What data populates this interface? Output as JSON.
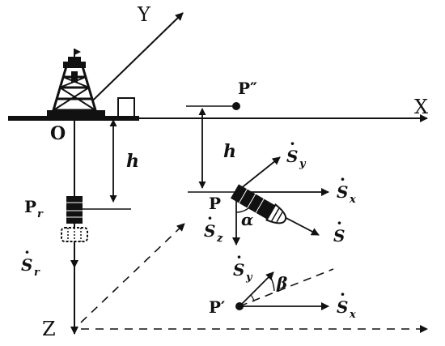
{
  "labels": {
    "axis_x": "X",
    "axis_y": "Y",
    "axis_z": "Z",
    "origin": "O",
    "h_left": "h",
    "h_right": "h",
    "p_double": "P″",
    "p": "P",
    "p_prime": "P′",
    "p_r": "P",
    "p_r_sub": "r",
    "alpha": "α",
    "beta": "β",
    "s": "S",
    "sub_x": "x",
    "sub_y": "y",
    "sub_z": "z",
    "sub_r": "r",
    "dot": "·"
  },
  "colors": {
    "ink": "#111111"
  }
}
